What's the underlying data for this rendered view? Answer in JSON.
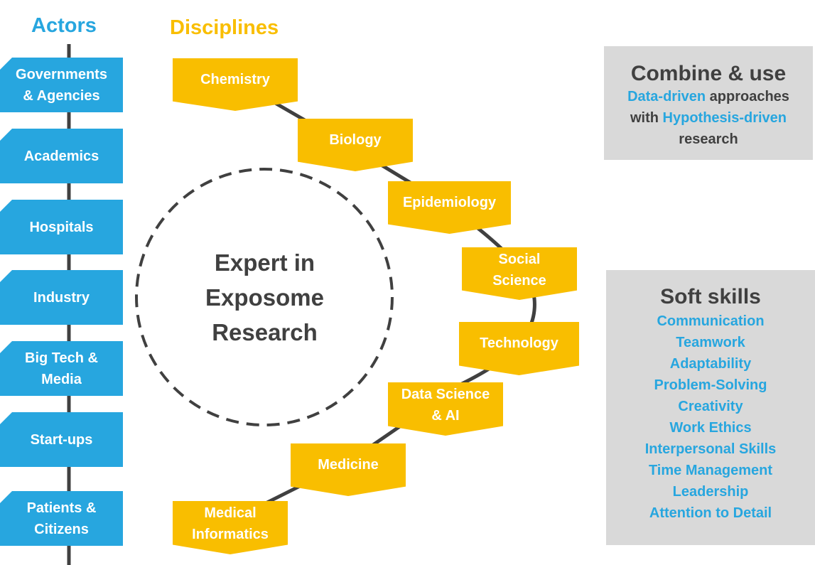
{
  "headings": {
    "actors": "Actors",
    "disciplines": "Disciplines"
  },
  "actors": [
    [
      "Governments",
      "& Agencies"
    ],
    [
      "Academics"
    ],
    [
      "Hospitals"
    ],
    [
      "Industry"
    ],
    [
      "Big Tech &",
      "Media"
    ],
    [
      "Start-ups"
    ],
    [
      "Patients &",
      "Citizens"
    ]
  ],
  "disciplines": [
    [
      "Chemistry"
    ],
    [
      "Biology"
    ],
    [
      "Epidemiology"
    ],
    [
      "Social",
      "Science"
    ],
    [
      "Technology"
    ],
    [
      "Data Science",
      "& AI"
    ],
    [
      "Medicine"
    ],
    [
      "Medical",
      "Informatics"
    ]
  ],
  "center": {
    "line1": "Expert in",
    "line2": "Exposome",
    "line3": "Research"
  },
  "combine": {
    "title": "Combine & use",
    "highlight1": "Data-driven",
    "text1": " approaches",
    "text2": "with ",
    "highlight2": "Hypothesis-driven",
    "text3": "research"
  },
  "soft_skills": {
    "title": "Soft skills",
    "items": [
      "Communication",
      "Teamwork",
      "Adaptability",
      "Problem-Solving",
      "Creativity",
      "Work Ethics",
      "Interpersonal Skills",
      "Time Management",
      "Leadership",
      "Attention to Detail"
    ]
  },
  "colors": {
    "actor_blue": "#27a6df",
    "discipline_yellow": "#f9be00",
    "panel_gray": "#d9d9d9",
    "text_dark": "#404040"
  }
}
